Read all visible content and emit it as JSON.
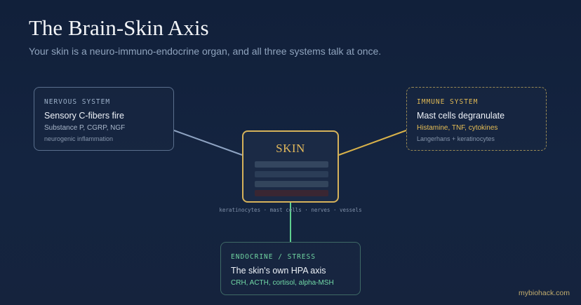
{
  "title": "The Brain-Skin Axis",
  "subtitle": "Your skin is a neuro-immuno-endocrine organ, and all three systems talk at once.",
  "center": {
    "label": "SKIN",
    "caption": "keratinocytes · mast cells · nerves · vessels"
  },
  "nodes": {
    "nervous": {
      "label": "NERVOUS SYSTEM",
      "head": "Sensory C-fibers fire",
      "detail": "Substance P, CGRP, NGF",
      "note": "neurogenic inflammation"
    },
    "immune": {
      "label": "IMMUNE SYSTEM",
      "head": "Mast cells degranulate",
      "detail": "Histamine, TNF, cytokines",
      "note": "Langerhans + keratinocytes"
    },
    "endocrine": {
      "label": "ENDOCRINE / STRESS",
      "head": "The skin's own HPA axis",
      "detail": "CRH, ACTH, cortisol, alpha-MSH"
    }
  },
  "colors": {
    "nervous_link": "#8ea3c2",
    "immune_link": "#d9b24a",
    "endocrine_link": "#5fcf8f",
    "skin_border": "#d6b25a"
  },
  "credit": "mybiohack.com"
}
